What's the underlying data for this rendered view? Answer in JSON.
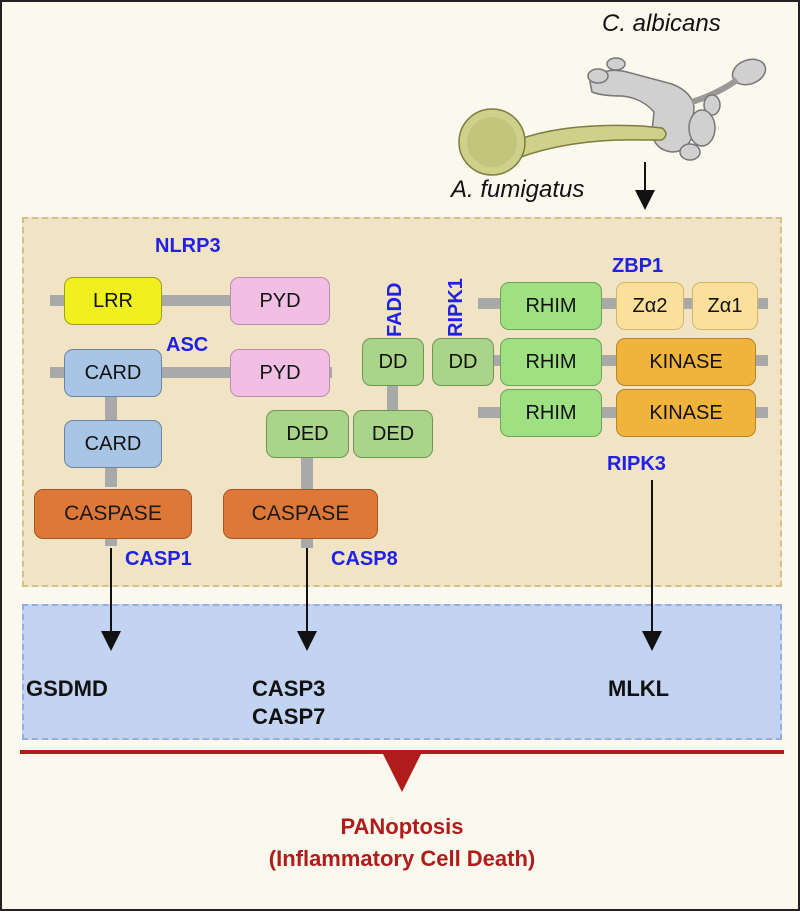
{
  "organisms": {
    "candida": "C. albicans",
    "aspergillus": "A. fumigatus"
  },
  "proteins": {
    "nlrp3": "NLRP3",
    "asc": "ASC",
    "fadd": "FADD",
    "ripk1": "RIPK1",
    "zbp1": "ZBP1",
    "ripk3": "RIPK3",
    "casp1": "CASP1",
    "casp8": "CASP8"
  },
  "domains": {
    "lrr": "LRR",
    "pyd": "PYD",
    "card": "CARD",
    "caspase": "CASPASE",
    "ded": "DED",
    "dd": "DD",
    "rhim": "RHIM",
    "kinase": "KINASE",
    "za2": "Zα2",
    "za1": "Zα1"
  },
  "effectors": {
    "gsdmd": "GSDMD",
    "casp3": "CASP3",
    "casp7": "CASP7",
    "mlkl": "MLKL"
  },
  "outcome": {
    "line1": "PANoptosis",
    "line2": "(Inflammatory Cell Death)"
  },
  "colors": {
    "protein_label": "#2020e6",
    "outcome": "#b01c1c",
    "complex_bg": "#f0e4c4",
    "effector_bg": "#c3d3f2",
    "lrr": "#f0f020",
    "pyd": "#f1bfe4",
    "card": "#a9c5e6",
    "caspase": "#dd7838",
    "fadd_domain": "#a9d48a",
    "rhim": "#9fe082",
    "kinase": "#f0b43c",
    "z_alpha": "#fbe09c"
  }
}
